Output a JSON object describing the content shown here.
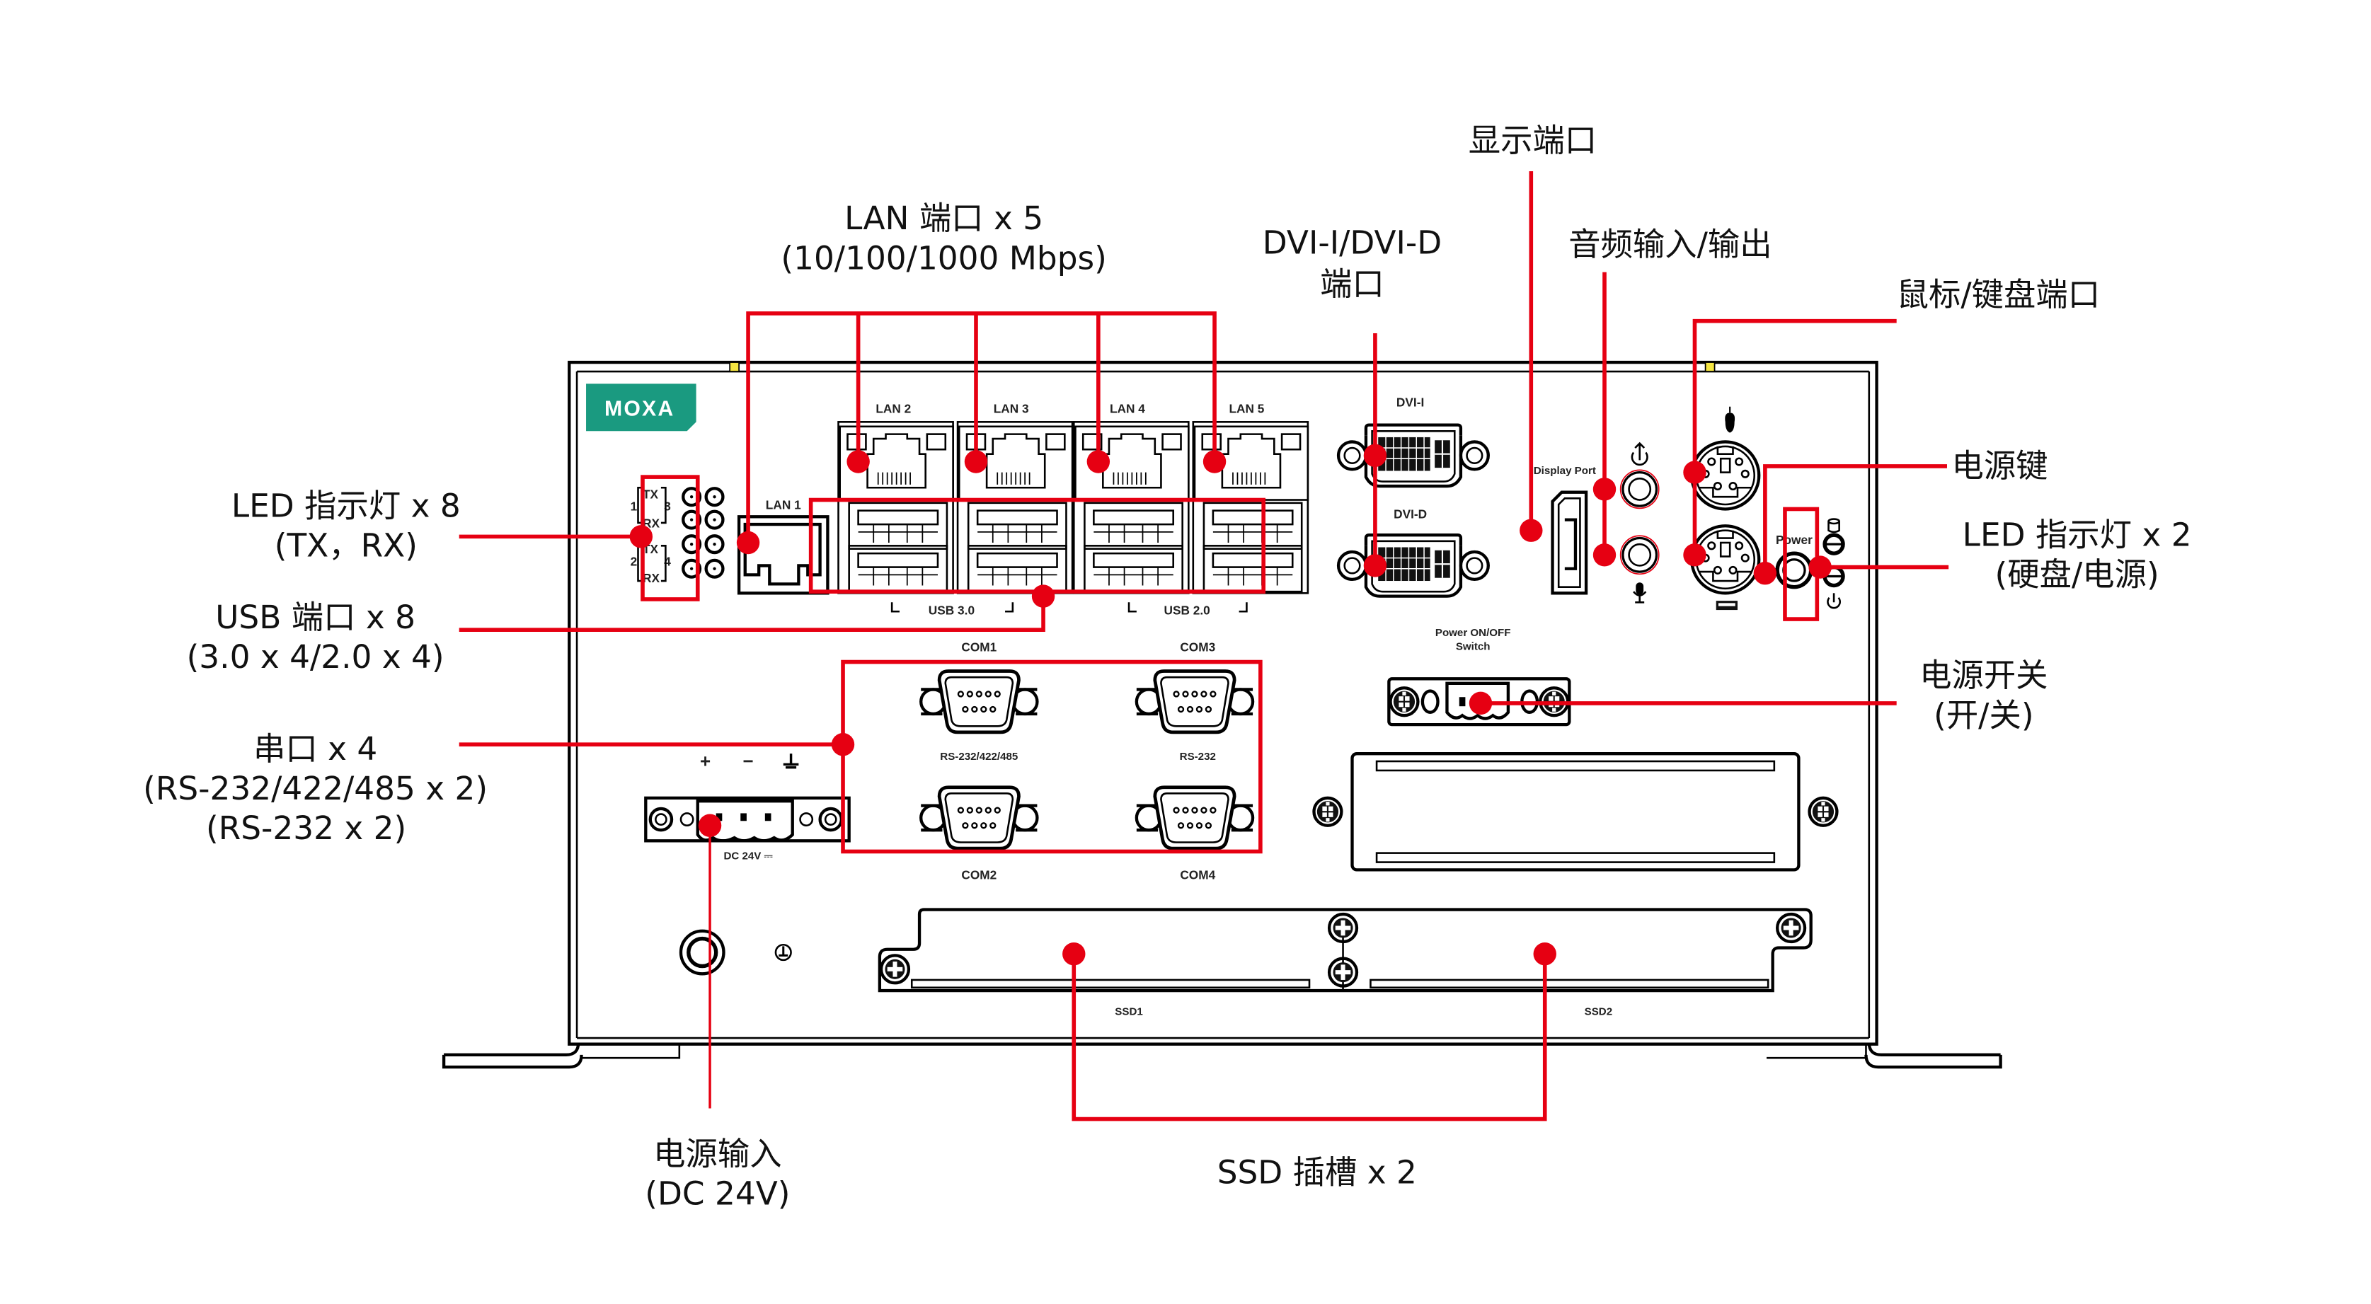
{
  "colors": {
    "accent": "#e60012",
    "logo_bg": "#1a9a80",
    "line": "#000000",
    "background": "#ffffff"
  },
  "callouts": {
    "lan": {
      "line1": "LAN 端口 x 5",
      "line2": "(10/100/1000 Mbps)"
    },
    "dvi": {
      "line1": "DVI-I/DVI-D",
      "line2": "端口"
    },
    "display_port": {
      "line1": "显示端口"
    },
    "audio": {
      "line1": "音频输入/输出"
    },
    "ps2": {
      "line1": "鼠标/键盘端口"
    },
    "power_button": {
      "line1": "电源键"
    },
    "led_status": {
      "line1": "LED 指示灯 x 2",
      "line2": "(硬盘/电源)"
    },
    "led_serial": {
      "line1": "LED 指示灯 x 8",
      "line2": "(TX，RX)"
    },
    "usb": {
      "line1": "USB 端口 x 8",
      "line2": "(3.0 x 4/2.0 x 4)"
    },
    "serial": {
      "line1": "串口 x 4",
      "line2": "(RS-232/422/485 x 2)",
      "line3": "(RS-232 x 2)"
    },
    "power_switch": {
      "line1": "电源开关",
      "line2": "(开/关)"
    },
    "power_input": {
      "line1": "电源输入",
      "line2": "(DC 24V)"
    },
    "ssd": {
      "line1": "SSD 插槽 x 2"
    }
  },
  "panel": {
    "logo": "MOXA",
    "lan_ports": [
      "LAN 1",
      "LAN 2",
      "LAN 3",
      "LAN 4",
      "LAN 5"
    ],
    "usb_groups": [
      "USB 3.0",
      "USB 2.0"
    ],
    "led_labels": {
      "tx": "TX",
      "rx": "RX",
      "n1": "1",
      "n2": "2",
      "n3": "3",
      "n4": "4"
    },
    "dvi_i": "DVI-I",
    "dvi_d": "DVI-D",
    "display_port": "Display Port",
    "power_key": "Power",
    "power_switch": {
      "line1": "Power ON/OFF",
      "line2": "Switch"
    },
    "com_ports": [
      "COM1",
      "COM3",
      "COM2",
      "COM4"
    ],
    "com_types": [
      "RS-232/422/485",
      "RS-232"
    ],
    "dc_terminals": [
      "+",
      "−",
      "⏚"
    ],
    "dc_label": "DC 24V ⎓",
    "ssd_slots": [
      "SSD1",
      "SSD2"
    ]
  },
  "icons": {
    "audio_out": "line-out-icon",
    "audio_in": "microphone-icon",
    "mouse": "mouse-icon",
    "keyboard": "keyboard-icon",
    "hdd": "hdd-icon",
    "power": "power-icon",
    "ground": "ground-icon"
  }
}
